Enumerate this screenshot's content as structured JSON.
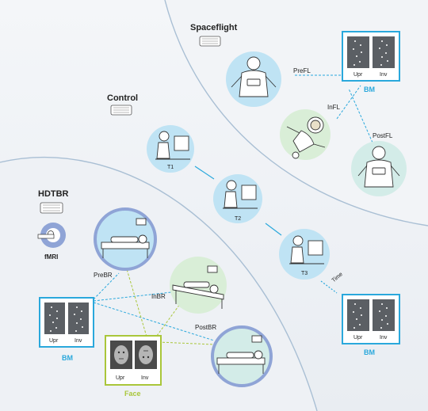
{
  "groups": {
    "spaceflight": "Spaceflight",
    "control": "Control",
    "hdtbr": "HDTBR",
    "fmri": "fMRI"
  },
  "timepoints": {
    "prefl": "PreFL",
    "infl": "InFL",
    "postfl": "PostFL",
    "t1": "T1",
    "t2": "T2",
    "t3": "T3",
    "time": "Time",
    "prebr": "PreBR",
    "inbr": "InBR",
    "postbr": "PostBR"
  },
  "stimuli": {
    "bm_title": "BM",
    "face_title": "Face",
    "upright": "Upr",
    "inverted": "Inv"
  },
  "colors": {
    "bm_blue": "#2aa8dc",
    "face_green": "#a9c63a",
    "circle_blue": "#bfe3f4",
    "circle_green": "#d9eed7",
    "circle_teal": "#d3ece8",
    "ring_purple": "#8fa4d6",
    "region_bg": "#eef1f5",
    "boundary": "#a9bfd4"
  }
}
